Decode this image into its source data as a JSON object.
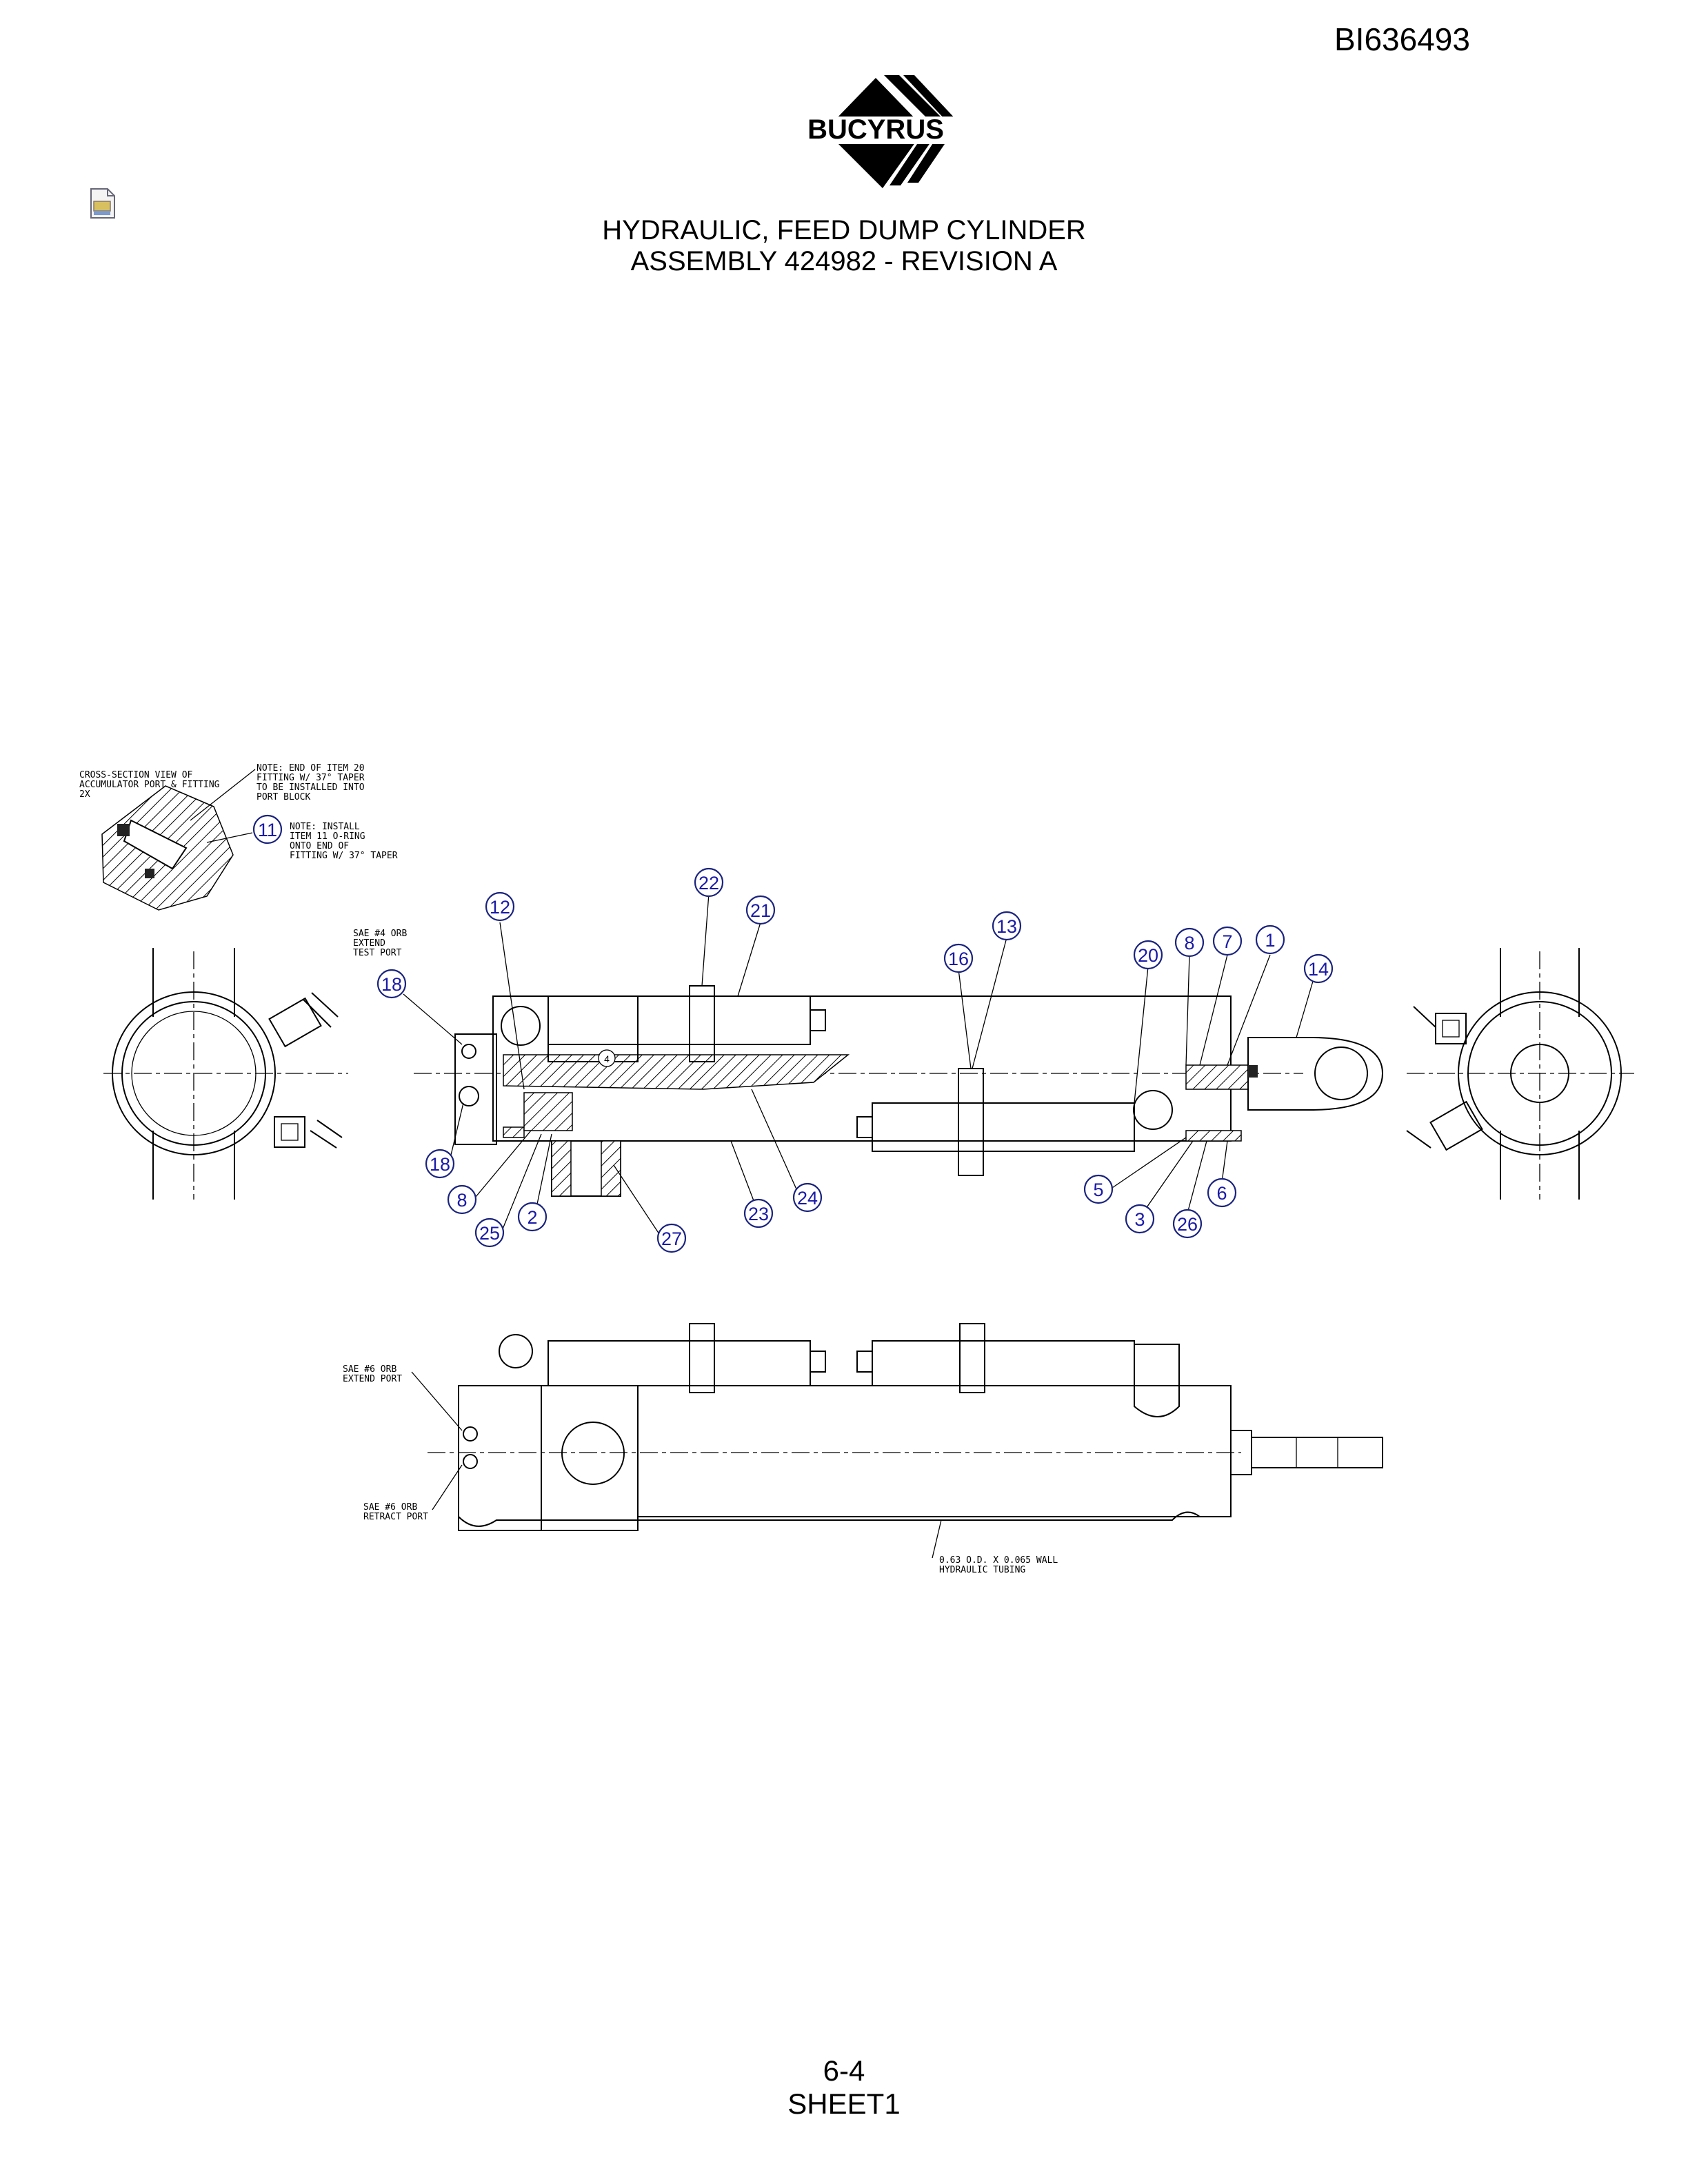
{
  "header": {
    "doc_id": "BI636493",
    "logo_text": "BUCYRUS",
    "title_line1": "HYDRAULIC, FEED DUMP CYLINDER",
    "title_line2": "ASSEMBLY 424982 - REVISION A"
  },
  "notes": {
    "cross_section": [
      "CROSS-SECTION VIEW OF",
      "ACCUMULATOR PORT & FITTING",
      "2X"
    ],
    "item20": [
      "NOTE: END OF ITEM 20",
      "FITTING W/ 37° TAPER",
      "TO BE INSTALLED INTO",
      "PORT BLOCK"
    ],
    "item11": [
      "NOTE: INSTALL",
      "ITEM 11 O-RING",
      "ONTO END OF",
      "FITTING W/ 37° TAPER"
    ],
    "test_port": [
      "SAE #4 ORB",
      "EXTEND",
      "TEST PORT"
    ],
    "extend_port": [
      "SAE #6 ORB",
      "EXTEND PORT"
    ],
    "retract_port": [
      "SAE #6 ORB",
      "RETRACT PORT"
    ],
    "tubing": [
      "0.63 O.D. X 0.065 WALL",
      "HYDRAULIC TUBING"
    ]
  },
  "balloons": [
    "11",
    "12",
    "22",
    "21",
    "13",
    "16",
    "20",
    "8",
    "7",
    "1",
    "14",
    "18",
    "18",
    "8",
    "25",
    "2",
    "27",
    "23",
    "24",
    "5",
    "3",
    "26",
    "6",
    "4"
  ],
  "footer": {
    "page": "6-4",
    "sheet": "SHEET1"
  }
}
